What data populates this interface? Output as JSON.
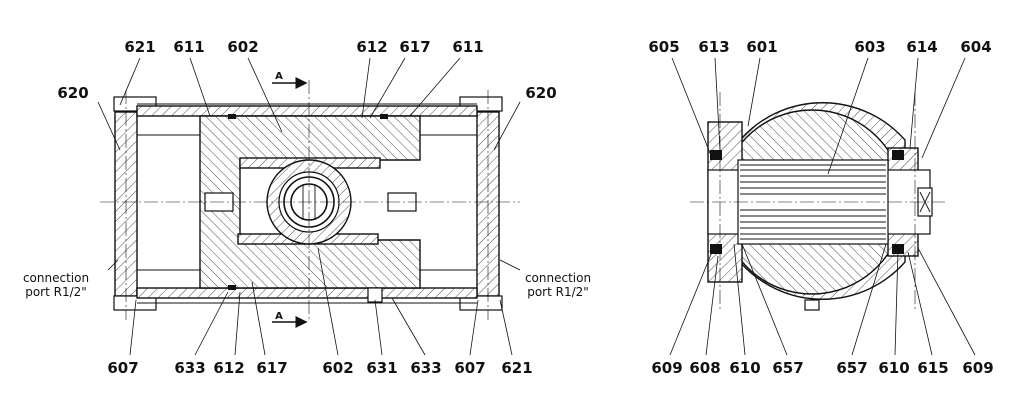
{
  "left_view": {
    "top_labels": [
      "621",
      "611",
      "602",
      "612",
      "617",
      "611"
    ],
    "bottom_labels": [
      "607",
      "633",
      "612",
      "617",
      "602",
      "631",
      "633",
      "607",
      "621"
    ],
    "side_labels": [
      "620",
      "620"
    ],
    "section_marks": [
      "A",
      "A"
    ],
    "notes": [
      {
        "line1": "connection",
        "line2": "port R1/2\""
      },
      {
        "line1": "connection",
        "line2": "port R1/2\""
      }
    ]
  },
  "right_view": {
    "top_labels": [
      "605",
      "613",
      "601",
      "603",
      "614",
      "604"
    ],
    "bottom_labels": [
      "609",
      "608",
      "610",
      "657",
      "657",
      "610",
      "615",
      "609"
    ]
  }
}
